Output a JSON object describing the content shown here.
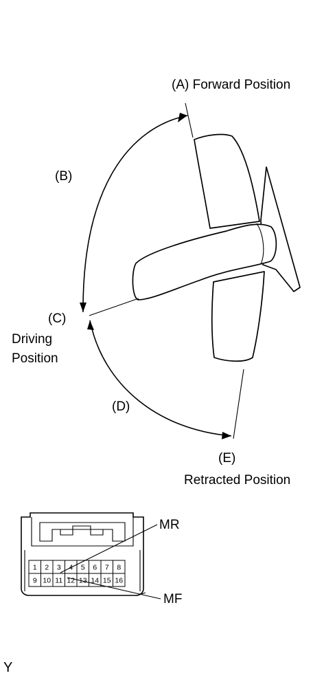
{
  "positions": {
    "a_label": "(A) Forward Position",
    "b_label": "(B)",
    "c_label": "(C)",
    "c_caption_line1": "Driving",
    "c_caption_line2": "Position",
    "d_label": "(D)",
    "e_label": "(E)",
    "e_caption": "Retracted Position"
  },
  "connector": {
    "mr_label": "MR",
    "mf_label": "MF",
    "pins_top": [
      "1",
      "2",
      "3",
      "4",
      "5",
      "6",
      "7",
      "8"
    ],
    "pins_bottom": [
      "9",
      "10",
      "11",
      "12",
      "13",
      "14",
      "15",
      "16"
    ]
  },
  "corner_mark": "Y"
}
